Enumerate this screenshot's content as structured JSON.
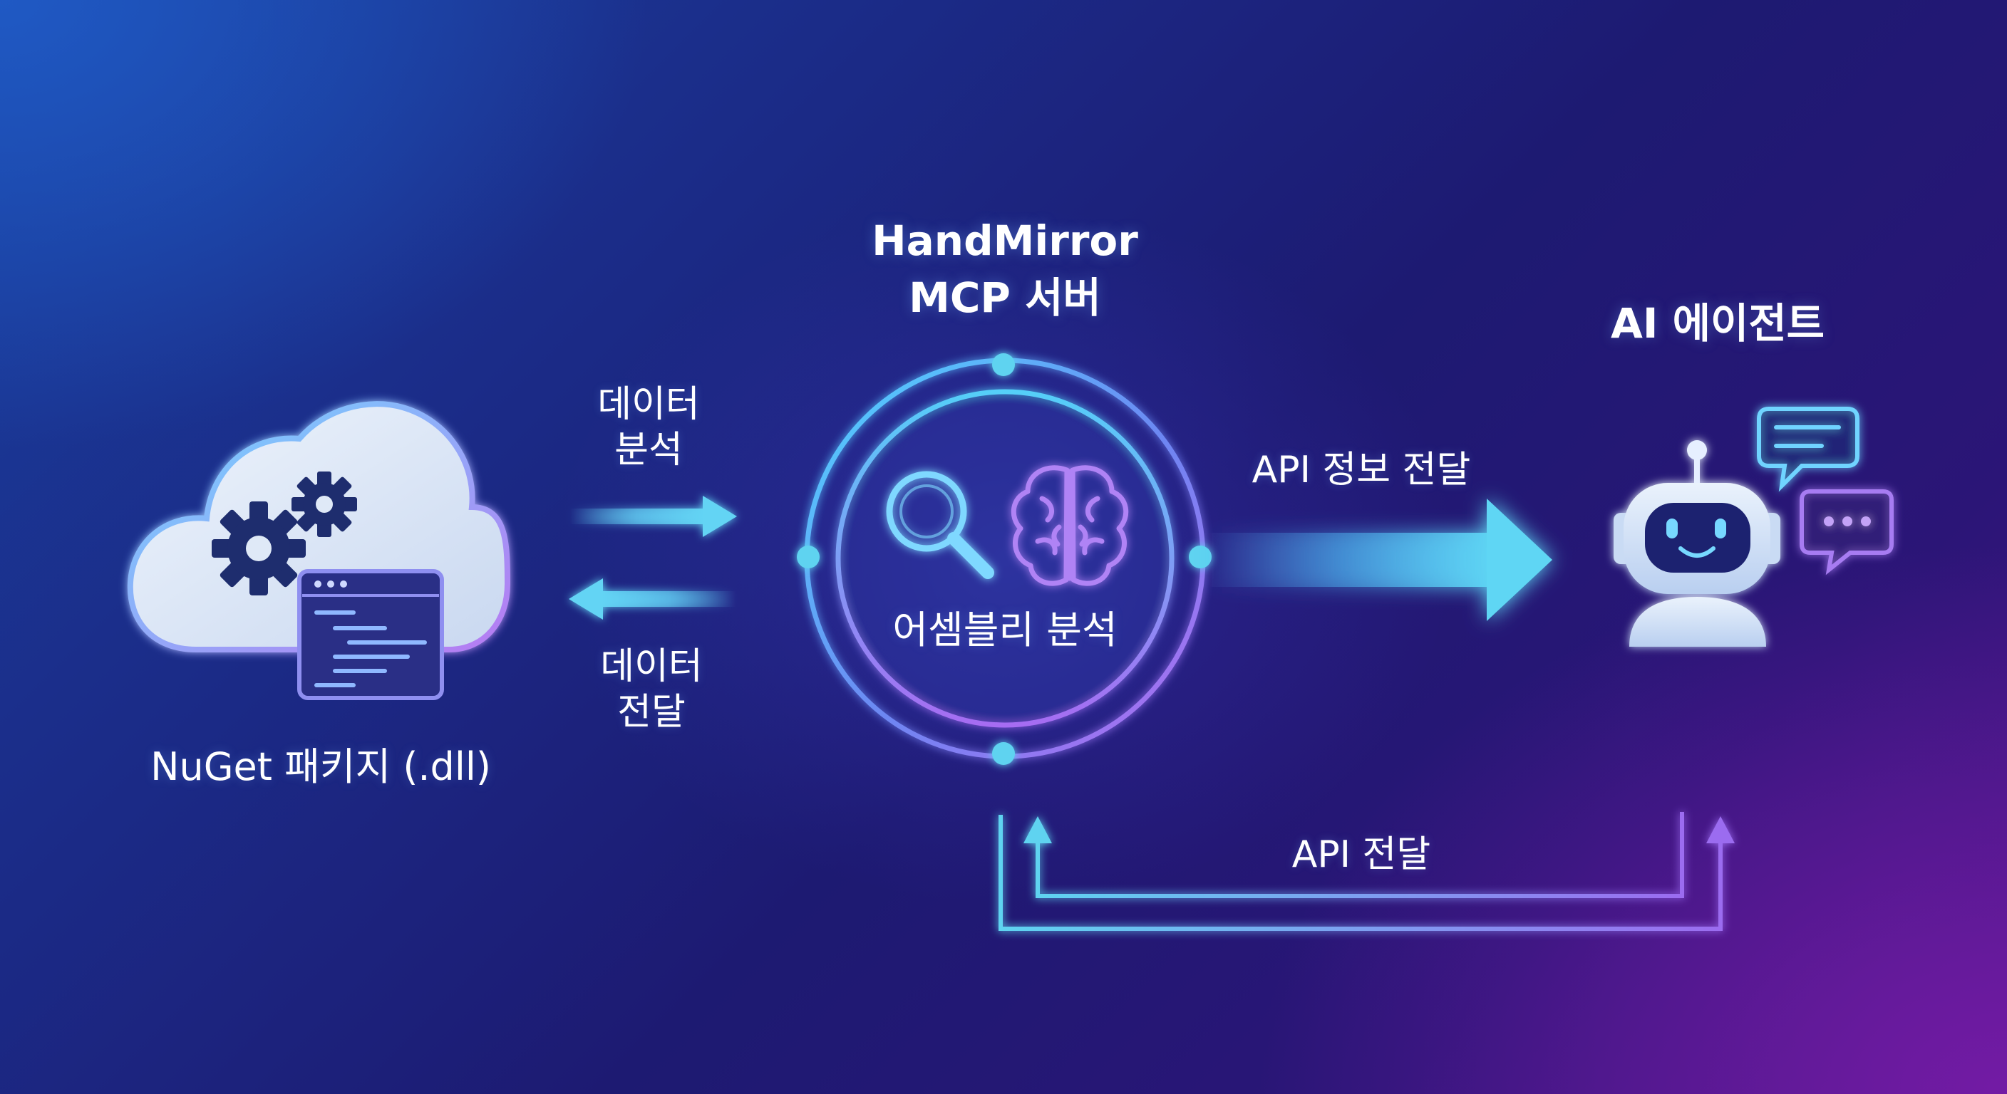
{
  "nodes": {
    "nuget": {
      "label": "NuGet 패키지 (.dll)",
      "icon": "cloud-package-icon"
    },
    "server": {
      "title_line1": "HandMirror",
      "title_line2": "MCP 서버",
      "inner_label": "어셈블리 분석",
      "icons": [
        "magnifier-icon",
        "brain-icon"
      ]
    },
    "agent": {
      "label": "AI 에이전트",
      "icon": "robot-icon"
    }
  },
  "edges": {
    "analyze": {
      "line1": "데이터",
      "line2": "분석"
    },
    "deliver": {
      "line1": "데이터",
      "line2": "전달"
    },
    "api_info": {
      "label": "API 정보 전달"
    },
    "api_deliver": {
      "label": "API 전달"
    }
  },
  "colors": {
    "cyan": "#5fd3f0",
    "purple": "#9b6cf0",
    "cloud_fill": "#dfe9f7",
    "gear": "#1e2d6e"
  }
}
